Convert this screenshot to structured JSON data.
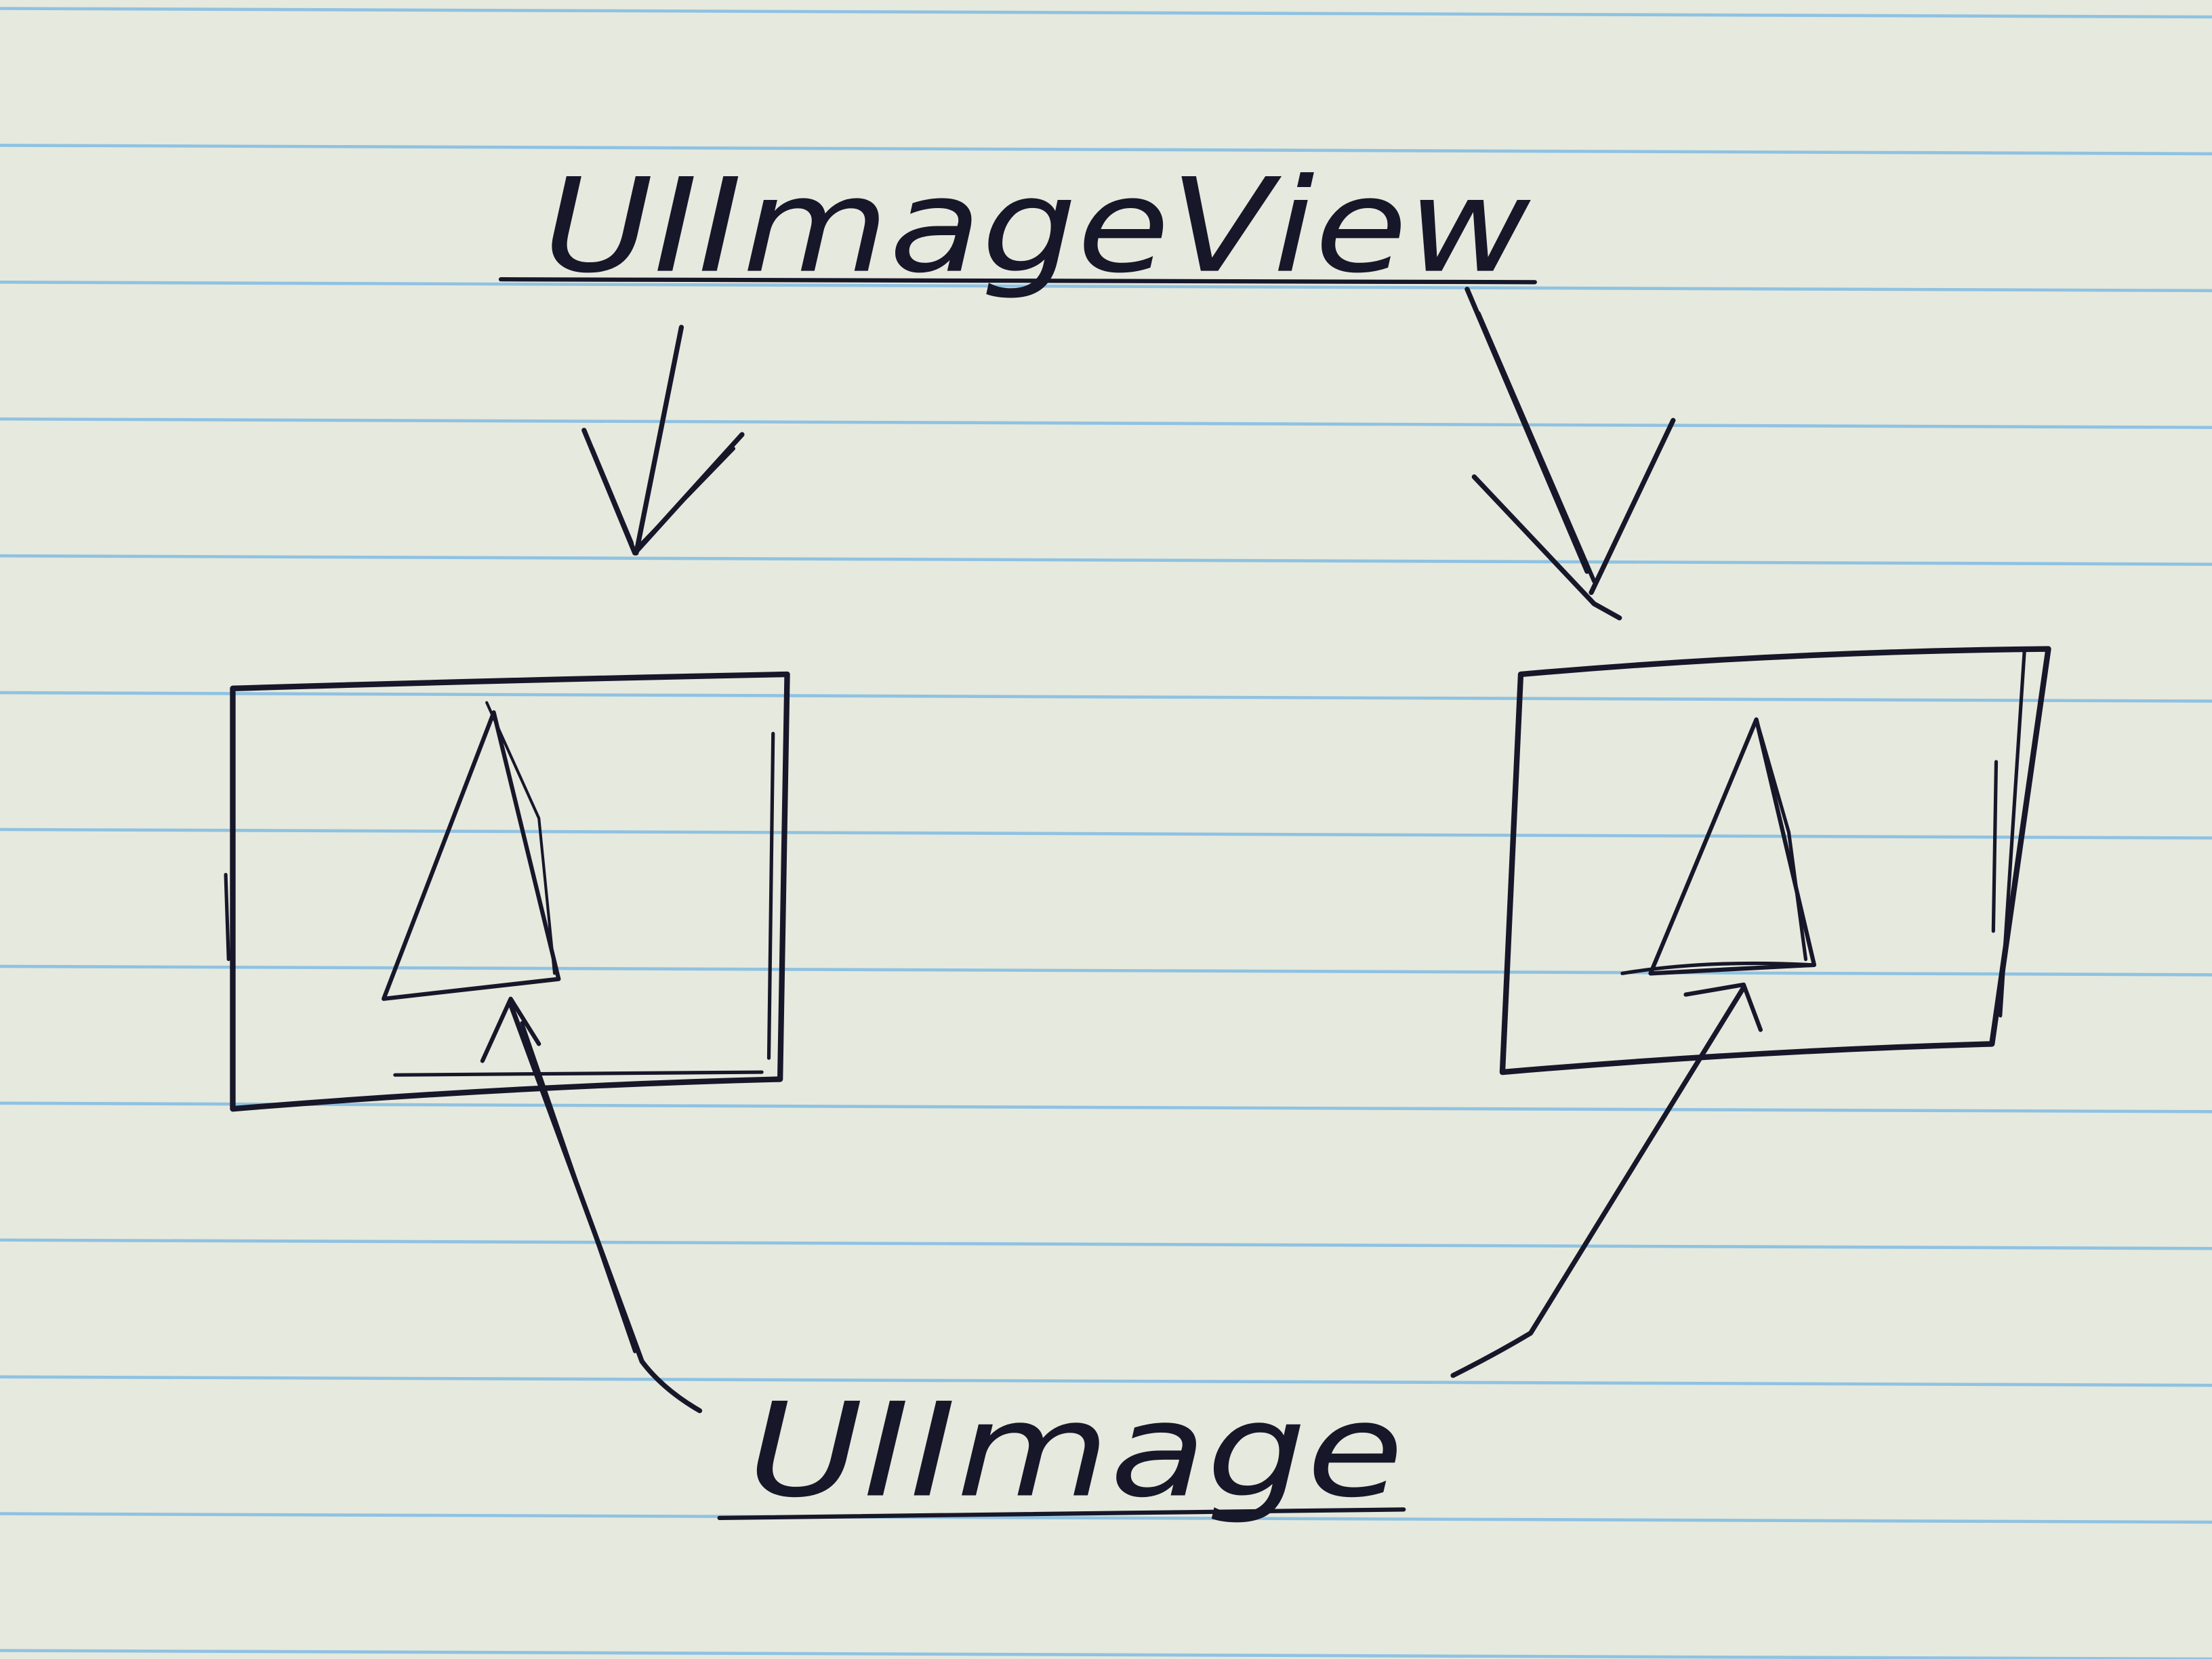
{
  "diagram": {
    "title_label": "UIImageView",
    "bottom_label": "UIImage",
    "colors": {
      "paper": "#e6e9dd",
      "rule_lines": "#8fc2e2",
      "ink": "#17172a"
    },
    "nodes": [
      {
        "id": "uiimageview",
        "text_ref": "title_label"
      },
      {
        "id": "left-image-view-box",
        "contains": "triangle-image"
      },
      {
        "id": "right-image-view-box",
        "contains": "triangle-image"
      },
      {
        "id": "uiimage",
        "text_ref": "bottom_label"
      }
    ],
    "edges": [
      {
        "from": "uiimageview",
        "to": "left-image-view-box"
      },
      {
        "from": "uiimageview",
        "to": "right-image-view-box"
      },
      {
        "from": "uiimage",
        "to": "left-triangle"
      },
      {
        "from": "uiimage",
        "to": "right-triangle"
      }
    ]
  }
}
